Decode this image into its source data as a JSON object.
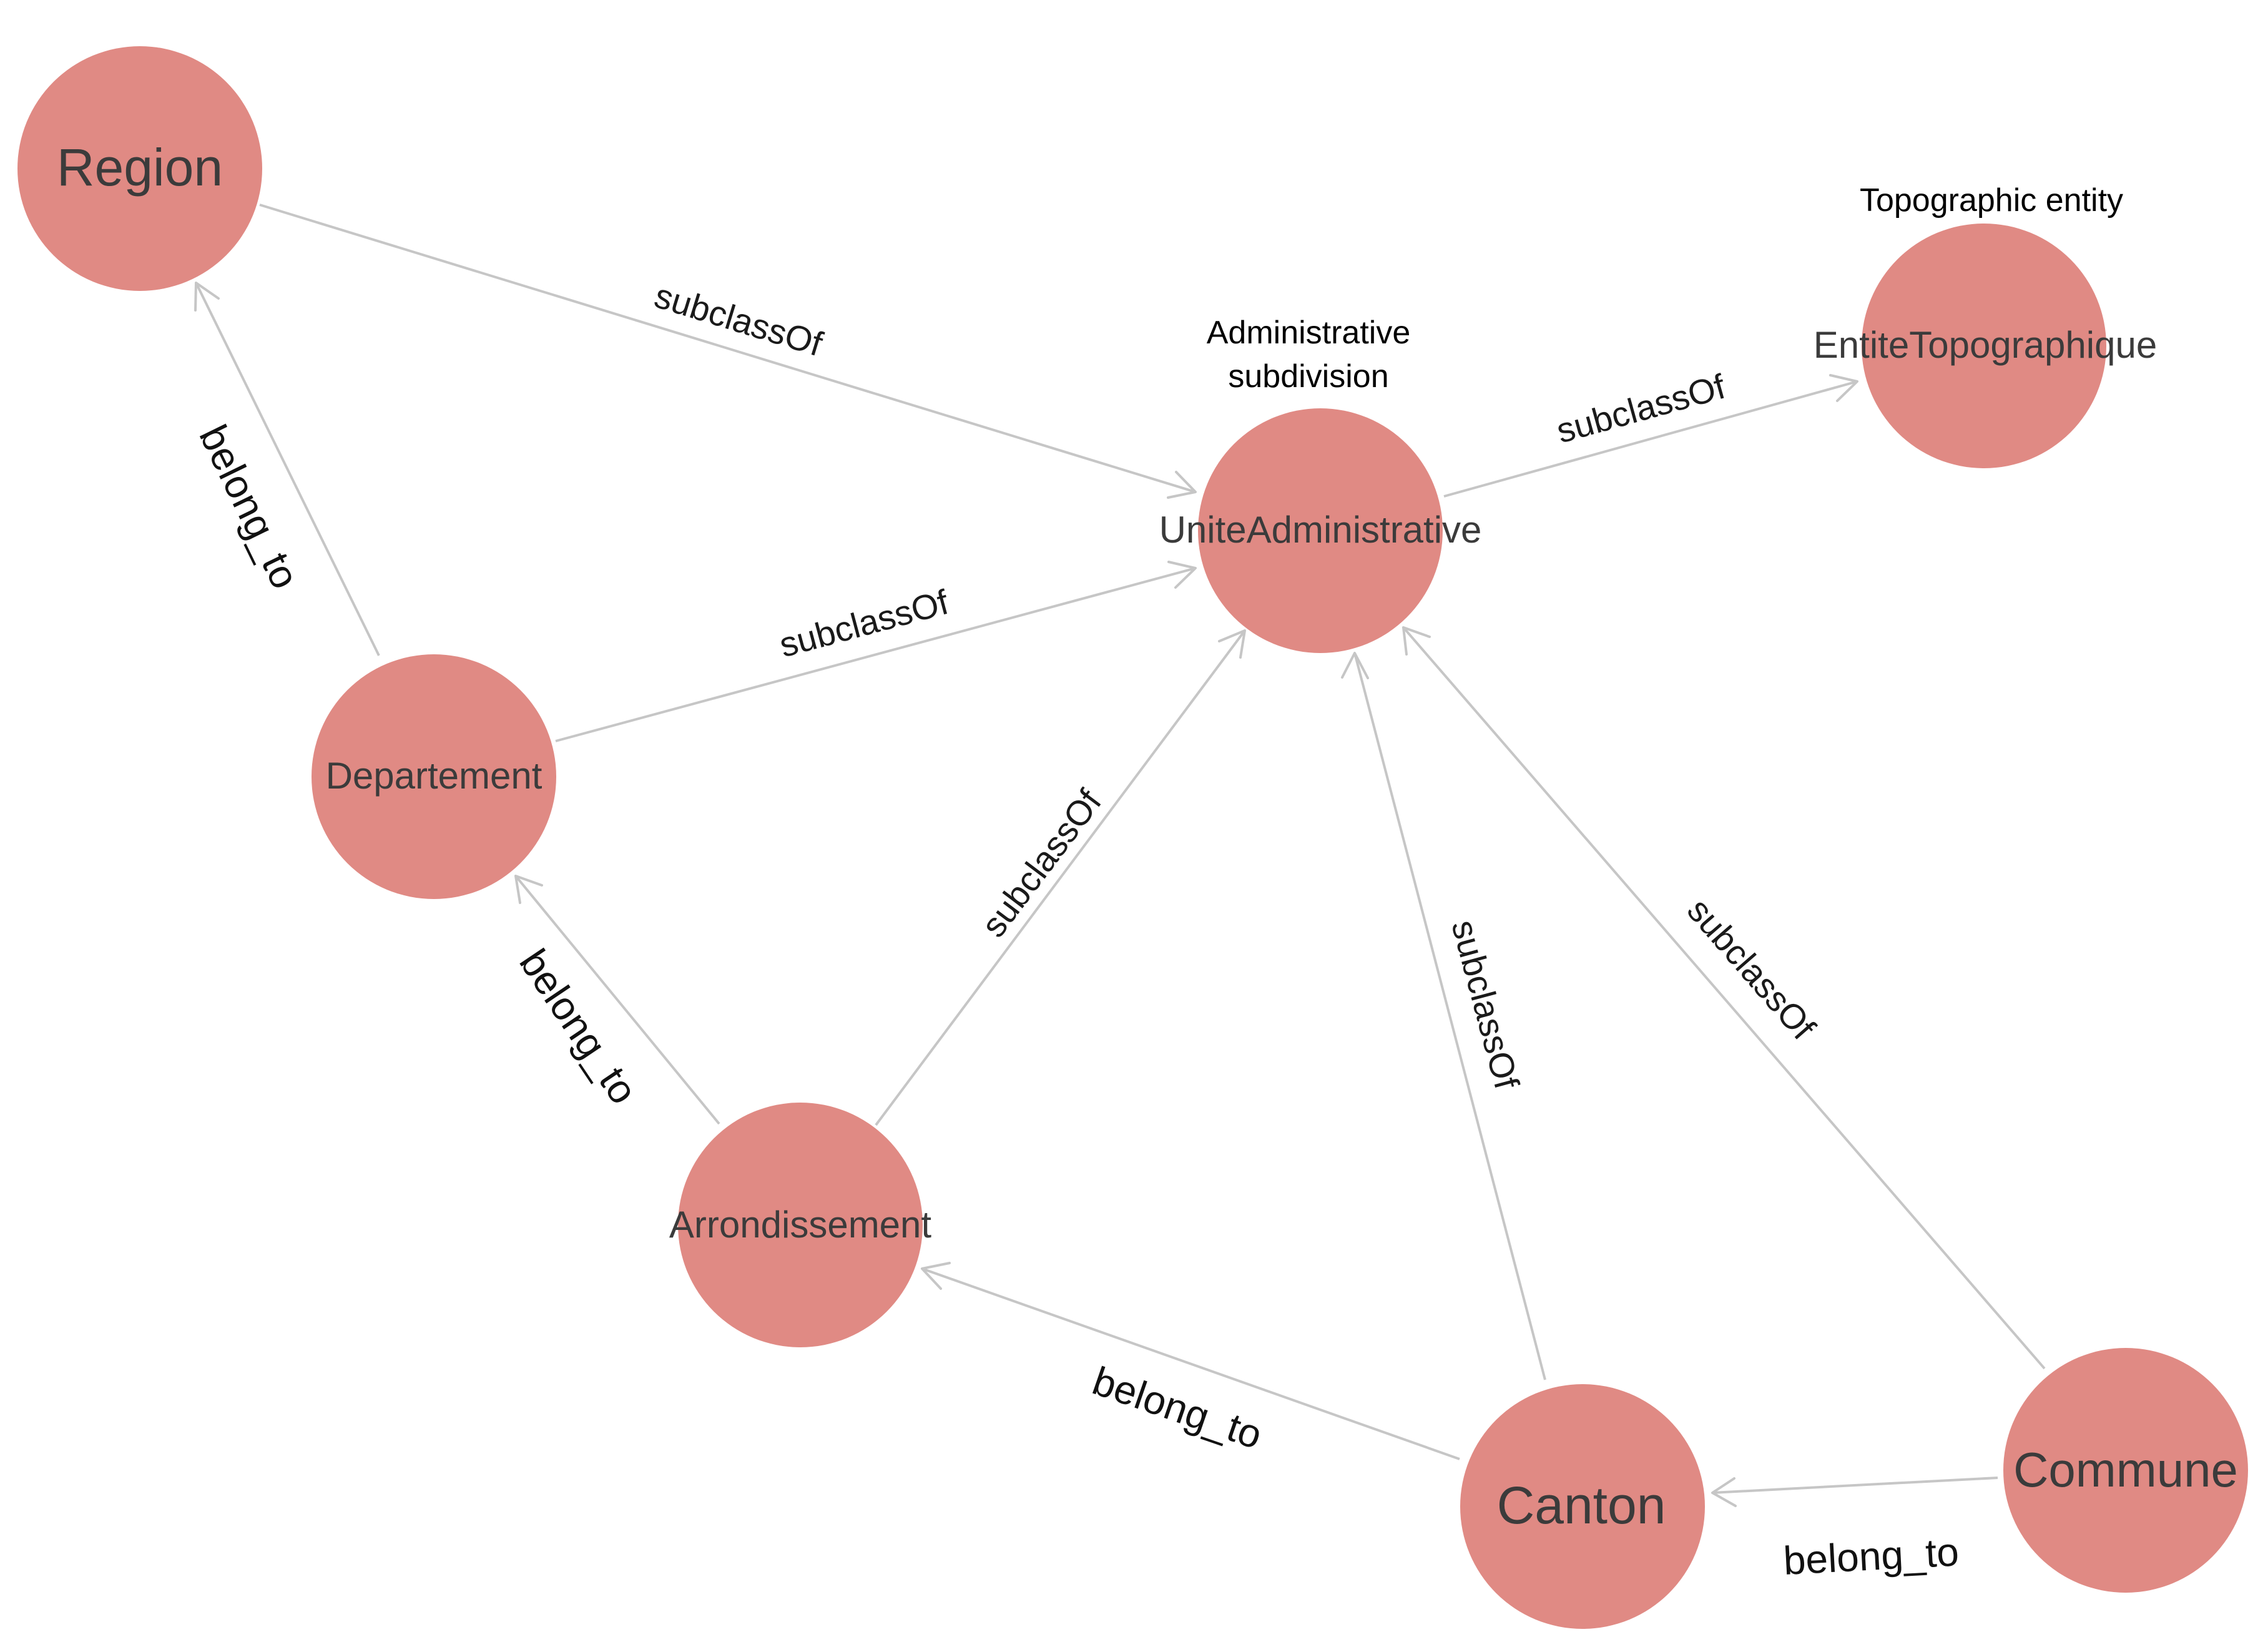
{
  "nodes": {
    "region": "Region",
    "unite_administrative": "UniteAdministrative",
    "entite_topographique": "EntiteTopographique",
    "departement": "Departement",
    "arrondissement": "Arrondissement",
    "canton": "Canton",
    "commune": "Commune"
  },
  "edges": {
    "region_ua": "subclassOf",
    "ua_entite": "subclassOf",
    "departement_ua": "subclassOf",
    "arrondissement_ua": "subclassOf",
    "canton_ua": "subclassOf",
    "commune_ua": "subclassOf",
    "departement_region": "belong_to",
    "arrondissement_departement": "belong_to",
    "canton_arrondissement": "belong_to",
    "commune_canton": "belong_to"
  },
  "annotations": {
    "topographic_entity": "Topographic entity",
    "administrative_line1": "Administrative",
    "administrative_line2": "subdivision"
  },
  "colors": {
    "node_fill": "#e08a84",
    "edge_stroke": "#c6c6c6"
  }
}
